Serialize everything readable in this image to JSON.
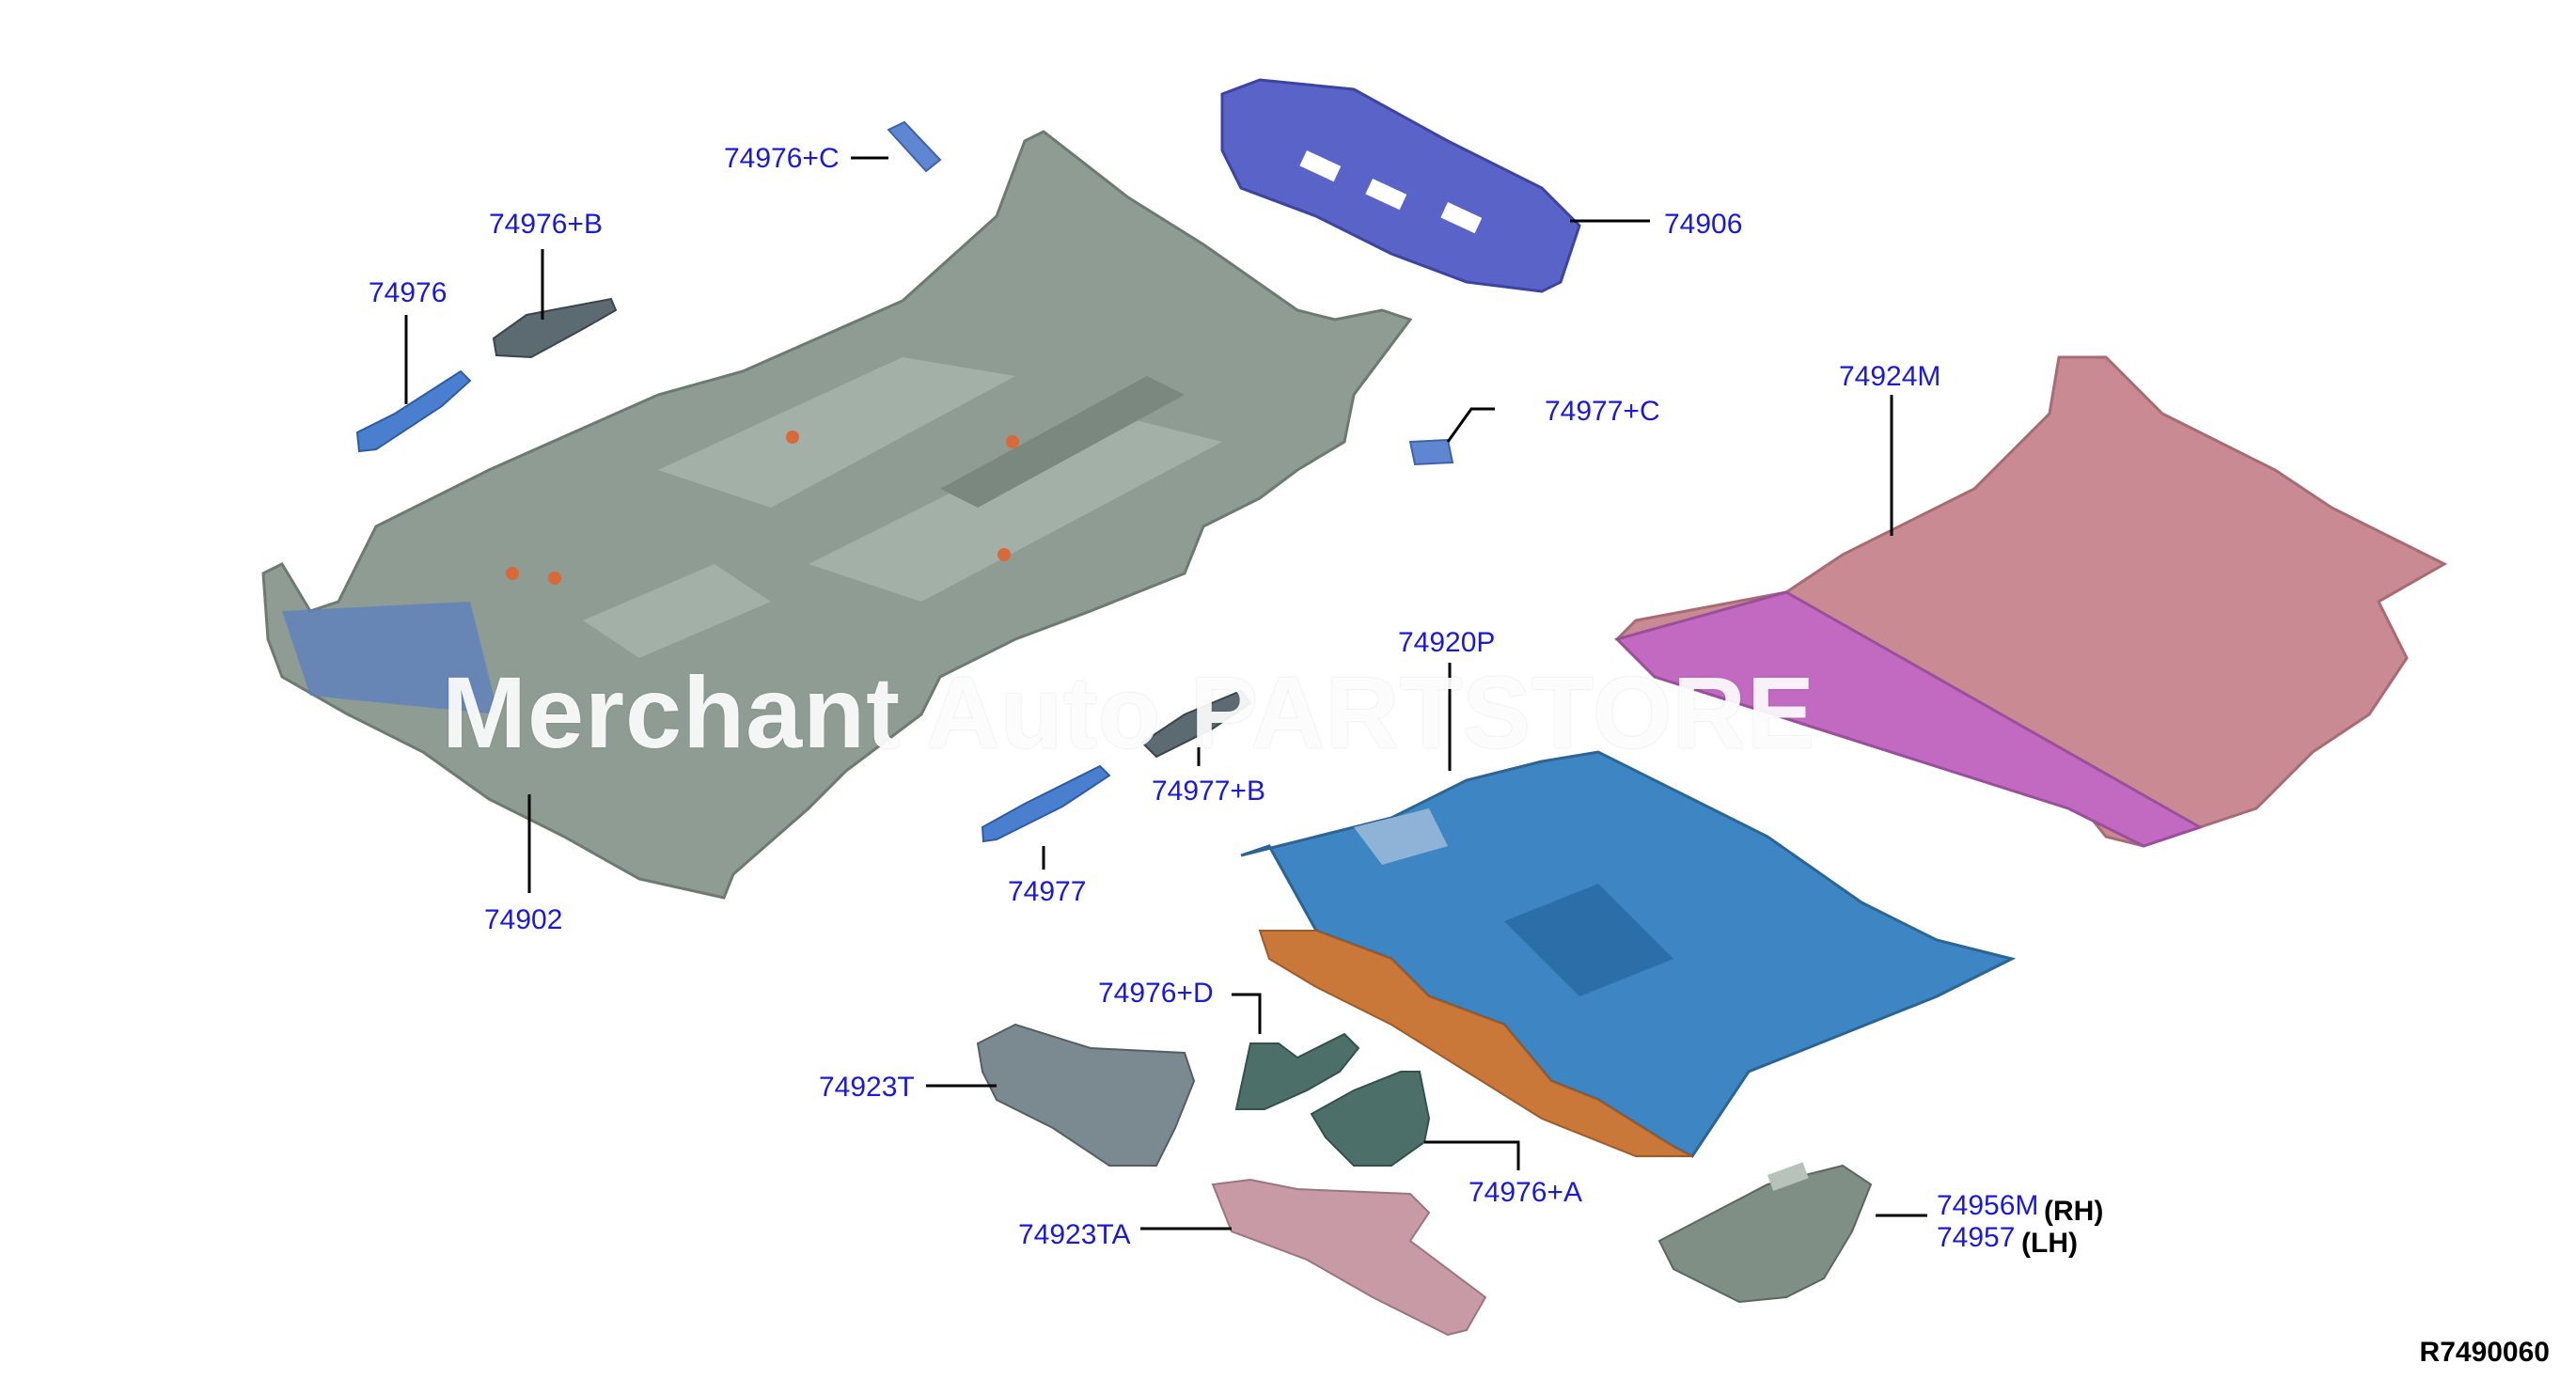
{
  "watermark": "Merchant Auto PARTSTORE",
  "diagram_id": "R7490060",
  "callouts": {
    "p74976c": "74976+C",
    "p74976b": "74976+B",
    "p74976": "74976",
    "p74906": "74906",
    "p74977c": "74977+C",
    "p74924m": "74924M",
    "p74920p": "74920P",
    "p74977b": "74977+B",
    "p74977": "74977",
    "p74902": "74902",
    "p74976d": "74976+D",
    "p74923t": "74923T",
    "p74976a": "74976+A",
    "p74923ta": "74923TA",
    "p74956m": "74956M",
    "p74957": "74957"
  },
  "sides": {
    "rh": "(RH)",
    "lh": "(LH)"
  },
  "colors": {
    "main_carpet": "#8e9c93",
    "rear_plate": "#5a63c8",
    "rear_carpet": "#c98a93",
    "rear_carpet_edge": "#c26ac2",
    "front_carpet": "#3d86c3",
    "front_carpet_under": "#c9783a",
    "small_blue": "#4a7fd0",
    "small_grey": "#5c6a72",
    "small_teal": "#4d6f6a",
    "small_pink": "#c79aa6",
    "mat": "#7f8f86",
    "label": "#1a1ad6"
  }
}
